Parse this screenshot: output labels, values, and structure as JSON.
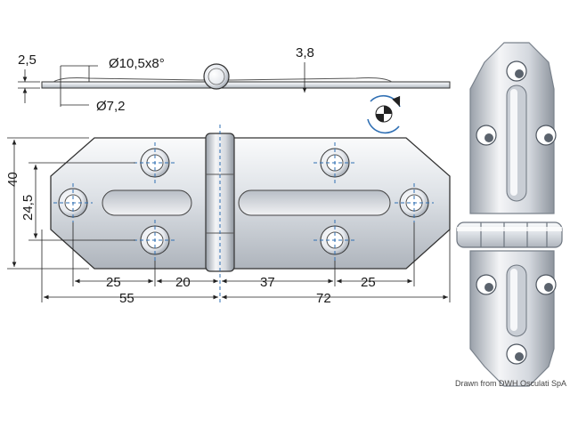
{
  "dimensions": {
    "thickness": "2,5",
    "hinge_pin": "Ø10,5x8°",
    "pin_offset": "3,8",
    "hole_diameter": "Ø7,2",
    "height_total": "40",
    "height_holes": "24,5",
    "left_hole_spacing": "25",
    "left_to_pin": "20",
    "pin_to_right_hole": "37",
    "right_hole_spacing": "25",
    "left_leaf_width": "55",
    "right_leaf_width": "72"
  },
  "credit": "Drawn from DWH Osculati SpA",
  "colors": {
    "steel_light": "#f2f3f5",
    "steel_mid": "#c7ccd3",
    "steel_dark": "#7d858f",
    "line": "#222222",
    "hole_blue": "#2f6fb3"
  }
}
